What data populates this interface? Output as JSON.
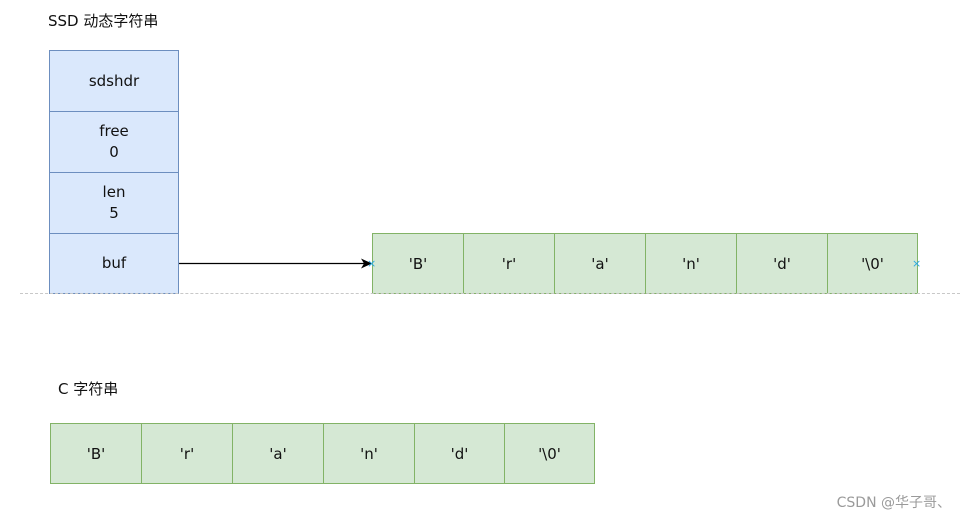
{
  "sds_title": "SSD 动态字符串",
  "sdshdr": {
    "header": "sdshdr",
    "free_label": "free",
    "free_value": "0",
    "len_label": "len",
    "len_value": "5",
    "buf_label": "buf"
  },
  "sds_buffer": [
    "'B'",
    "'r'",
    "'a'",
    "'n'",
    "'d'",
    "'\\0'"
  ],
  "c_title": "C 字符串",
  "c_buffer": [
    "'B'",
    "'r'",
    "'a'",
    "'n'",
    "'d'",
    "'\\0'"
  ],
  "watermark": "CSDN @华子哥、",
  "colors": {
    "struct_fill": "#dae8fc",
    "struct_border": "#6c8ebf",
    "cell_fill": "#d5e8d4",
    "cell_border": "#82b366",
    "connector_marker": "#29a9e0"
  }
}
